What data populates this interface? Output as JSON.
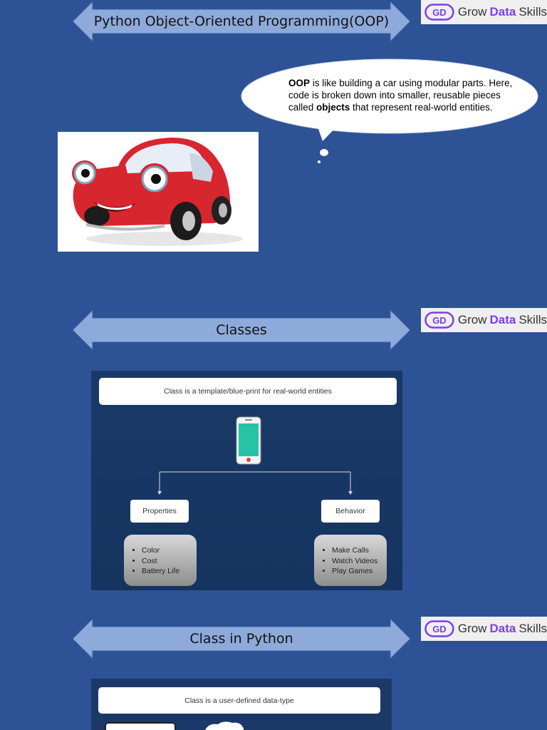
{
  "sections": [
    {
      "title": "Python Object-Oriented Programming(OOP)"
    },
    {
      "title": "Classes"
    },
    {
      "title": "Class in Python"
    }
  ],
  "logo": {
    "word1": "Grow",
    "word2": "Data",
    "word3": "Skills",
    "accent": "#7b3fe4"
  },
  "bubble": {
    "part1": "OOP",
    "part2": " is like building a car using modular parts. Here, code is broken down into smaller, reusable pieces called ",
    "part3": "objects",
    "part4": " that represent real-world entities."
  },
  "car_image": {
    "icon": "cartoon-car-icon"
  },
  "class_diagram": {
    "title": "Class is a template/blue-print for real-world entities",
    "device_icon": "smartphone-icon",
    "properties_label": "Properties",
    "behavior_label": "Behavior",
    "properties": [
      "Color",
      "Cost",
      "Battery Life"
    ],
    "behaviors": [
      "Make Calls",
      "Watch Videos",
      "Play Games"
    ]
  },
  "python_diagram": {
    "title": "Class is a user-defined data-type"
  },
  "colors": {
    "background": "#2d5296",
    "arrow": "#8eaadb",
    "diagram_bg": "#1b3968"
  }
}
